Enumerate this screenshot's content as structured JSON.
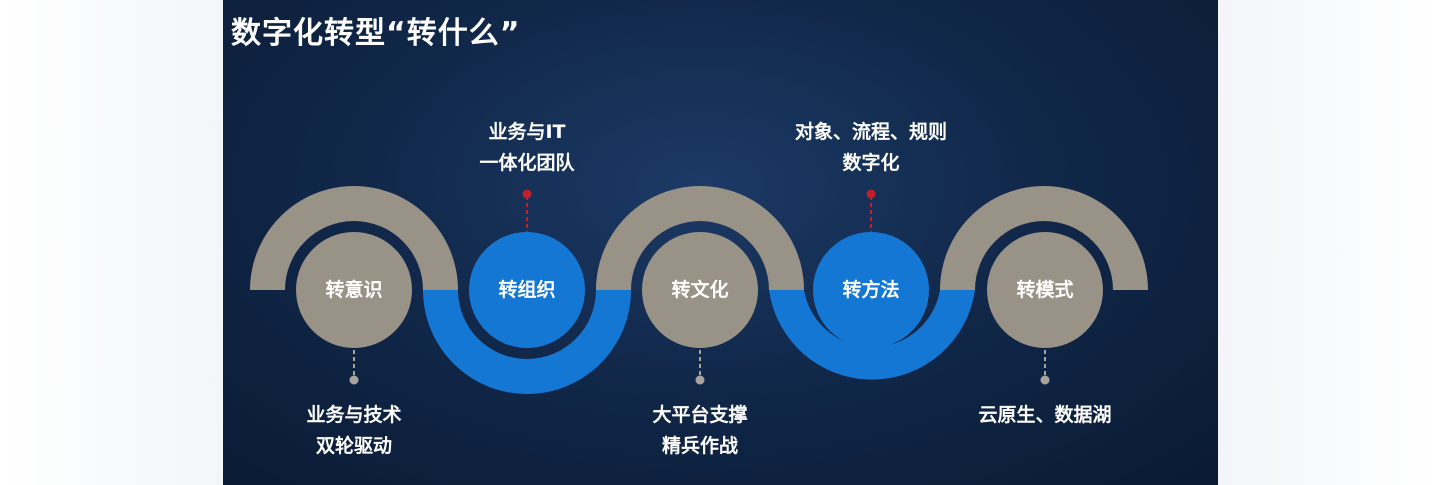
{
  "title": "数字化转型“转什么”",
  "colors": {
    "background": "#11284a",
    "gray": "#999287",
    "blue": "#1577d4",
    "red_connector": "#c0202a",
    "gray_connector": "#a8a49c",
    "text": "#ffffff"
  },
  "nodes": [
    {
      "label": "转意识",
      "color": "gray"
    },
    {
      "label": "转组织",
      "color": "blue"
    },
    {
      "label": "转文化",
      "color": "gray"
    },
    {
      "label": "转方法",
      "color": "blue"
    },
    {
      "label": "转模式",
      "color": "gray"
    }
  ],
  "annotations": {
    "yishi": [
      "业务与技术",
      "双轮驱动"
    ],
    "zuzhi": [
      "业务与IT",
      "一体化团队"
    ],
    "wenhua": [
      "大平台支撑",
      "精兵作战"
    ],
    "fangfa": [
      "对象、流程、规则",
      "数字化"
    ],
    "moshi": [
      "云原生、数据湖"
    ]
  }
}
